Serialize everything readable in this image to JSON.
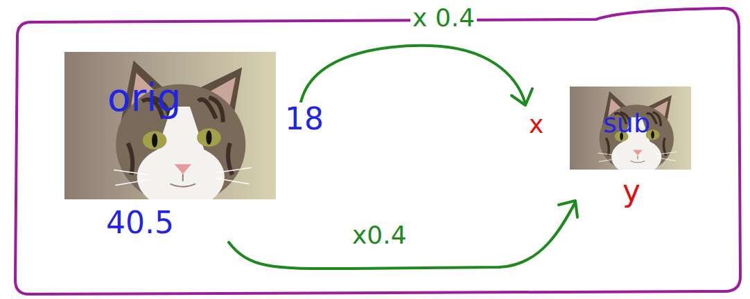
{
  "diagram": {
    "nodes": [
      {
        "text": [
          "orig"
        ]
      },
      {
        "text": [
          "sub"
        ]
      }
    ],
    "labels": [
      "18",
      "40.5",
      "x 0.4",
      "x",
      "y",
      "x0.4"
    ]
  }
}
